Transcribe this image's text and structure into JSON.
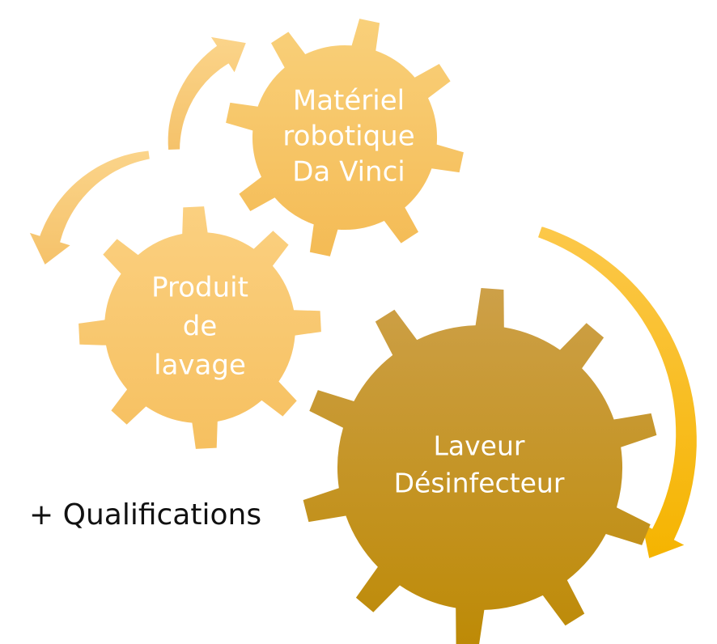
{
  "gears": {
    "materiel": {
      "lines": [
        "Matériel",
        "robotique",
        "Da Vinci"
      ],
      "color": "#f7c05a"
    },
    "produit": {
      "lines": [
        "Produit",
        "de",
        "lavage"
      ],
      "color": "#f8c66a"
    },
    "laveur": {
      "lines": [
        "Laveur",
        "Désinfecteur"
      ],
      "color_top": "#cfa040",
      "color_bottom": "#c08a00"
    }
  },
  "qualifications": {
    "text": "+ Qualifications"
  },
  "arrows": {
    "light_color": "#f8cc7a",
    "bright_color": "#f9bb10"
  }
}
